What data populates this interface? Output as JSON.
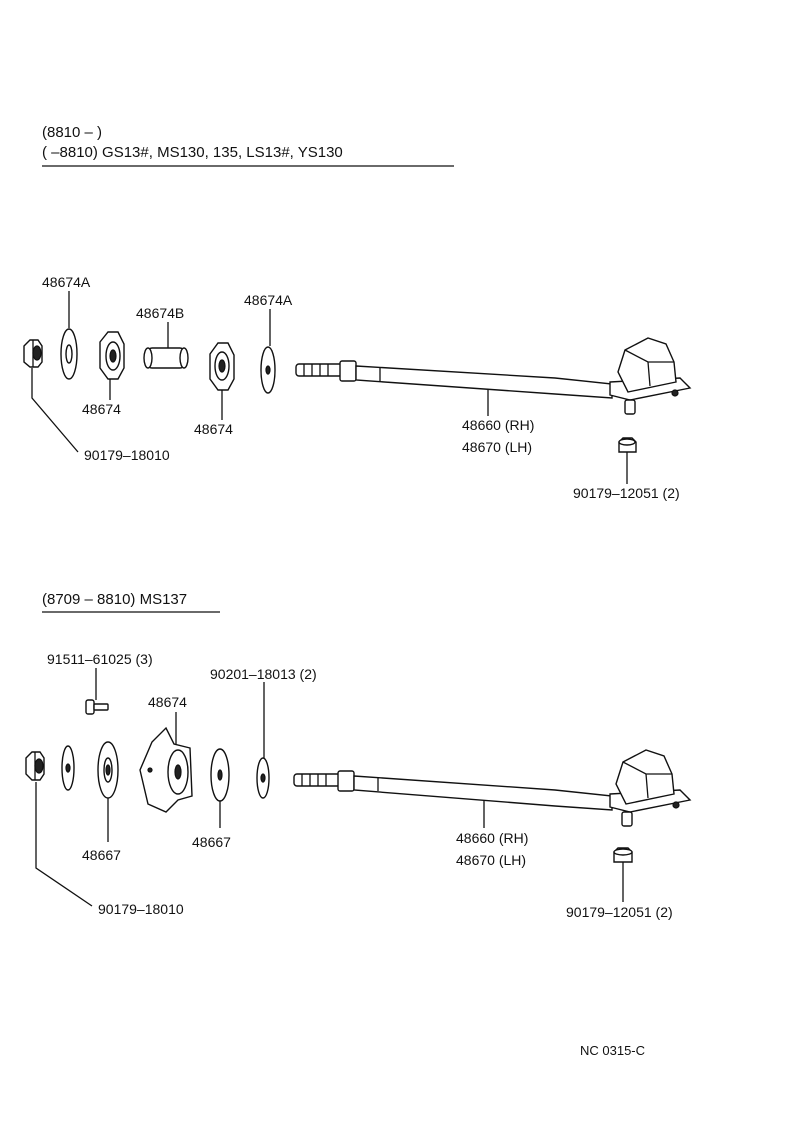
{
  "section1": {
    "header_line1": "(8810 –        )",
    "header_line2": "(        –8810) GS13#, MS130, 135, LS13#, YS130",
    "labels": {
      "washer_a_left": "48674A",
      "collar": "48674B",
      "washer_a_right": "48674A",
      "cushion_left": "48674",
      "cushion_right": "48674",
      "rod_rh": "48660 (RH)",
      "rod_lh": "48670 (LH)",
      "nut": "90179–18010",
      "bracket_nut": "90179–12051 (2)"
    }
  },
  "section2": {
    "header": "(8709 – 8810) MS137",
    "labels": {
      "bolt": "91511–61025 (3)",
      "washer": "90201–18013 (2)",
      "bracket": "48674",
      "cushion_left": "48667",
      "cushion_right": "48667",
      "rod_rh": "48660 (RH)",
      "rod_lh": "48670 (LH)",
      "nut": "90179–18010",
      "bracket_nut": "90179–12051 (2)"
    }
  },
  "footer_code": "NC 0315-C"
}
